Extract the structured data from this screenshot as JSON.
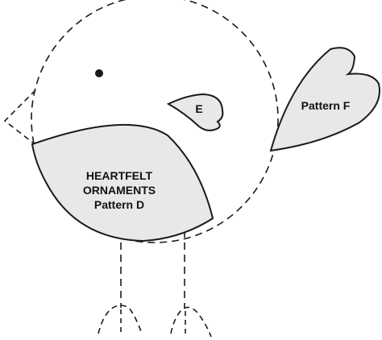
{
  "pattern_d": {
    "line1": "HEARTFELT",
    "line2": "ORNAMENTS",
    "line3": "Pattern D"
  },
  "pattern_e": {
    "label": "E"
  },
  "pattern_f": {
    "label": "Pattern F"
  },
  "colors": {
    "piece_fill": "#e8e8e8",
    "outline": "#1a1a1a",
    "background": "#ffffff"
  }
}
